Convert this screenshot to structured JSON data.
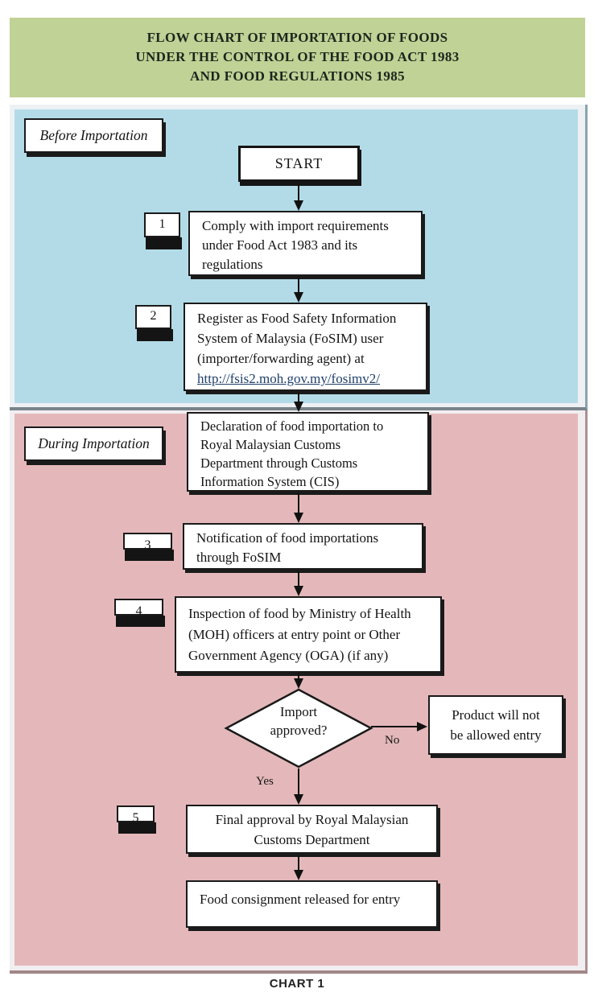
{
  "header": {
    "lines": [
      "FLOW CHART OF IMPORTATION OF FOODS",
      "UNDER THE CONTROL OF THE FOOD ACT 1983",
      "AND FOOD REGULATIONS 1985"
    ]
  },
  "sections": {
    "before_label": "Before Importation",
    "during_label": "During Importation"
  },
  "flow": {
    "start": "START",
    "step1": {
      "num": "1",
      "lines": [
        "Comply with import requirements",
        "under Food Act 1983 and its",
        "regulations"
      ]
    },
    "step2": {
      "num": "2",
      "lines": [
        "Register as Food Safety Information",
        "System of Malaysia (FoSIM) user",
        "(importer/forwarding agent) at"
      ],
      "link": "http://fsis2.moh.gov.my/fosimv2/"
    },
    "declaration": {
      "lines": [
        "Declaration of food importation to",
        "Royal Malaysian Customs",
        "Department through Customs",
        "Information System (CIS)"
      ]
    },
    "step3": {
      "num": "3",
      "lines": [
        "Notification of food importations",
        "through FoSIM"
      ]
    },
    "step4": {
      "num": "4",
      "lines": [
        "Inspection of food by Ministry of Health",
        "(MOH) officers at entry point or Other",
        "Government Agency (OGA) (if any)"
      ]
    },
    "decision": {
      "lines": [
        "Import",
        "approved?"
      ],
      "no": "No",
      "yes": "Yes"
    },
    "rejected": {
      "lines": [
        "Product will not",
        "be allowed entry"
      ]
    },
    "step5": {
      "num": "5",
      "lines": [
        "Final approval by Royal Malaysian",
        "Customs Department"
      ]
    },
    "released": "Food consignment released for entry"
  },
  "caption": "CHART 1",
  "colors": {
    "header_bg": "#c0d295",
    "before_bg": "#b3dbe7",
    "during_bg": "#e4b8ba",
    "link": "#20406a",
    "box_border": "#1a1a1a"
  }
}
